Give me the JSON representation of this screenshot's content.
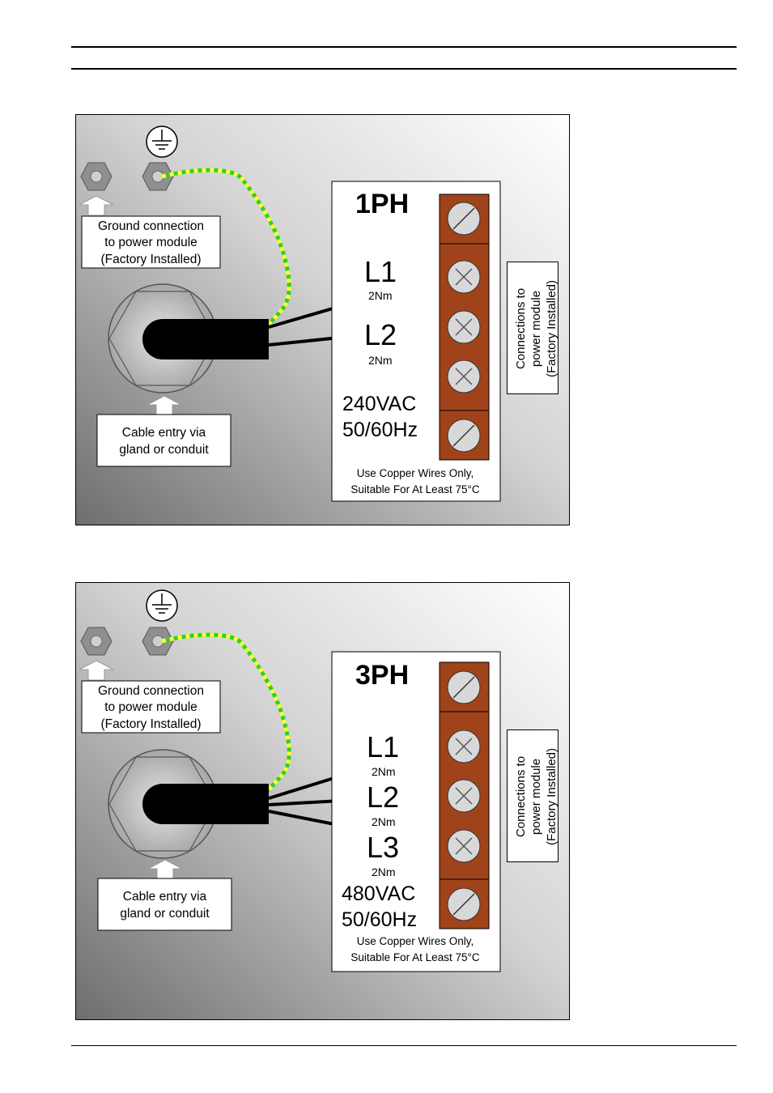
{
  "diagrams": [
    {
      "phase_title": "1PH",
      "ground_label": [
        "Ground connection",
        "to power module",
        "(Factory Installed)"
      ],
      "cable_label": [
        "Cable entry via",
        "gland or conduit"
      ],
      "side_label": [
        "Connections to",
        "power module",
        "(Factory Installed)"
      ],
      "terminals": [
        {
          "name": "L1",
          "torque": "2Nm"
        },
        {
          "name": "L2",
          "torque": "2Nm"
        }
      ],
      "voltage": "240VAC",
      "frequency": "50/60Hz",
      "note": [
        "Use Copper Wires Only,",
        "Suitable For At Least 75°C"
      ]
    },
    {
      "phase_title": "3PH",
      "ground_label": [
        "Ground connection",
        "to power module",
        "(Factory Installed)"
      ],
      "cable_label": [
        "Cable entry via",
        "gland or conduit"
      ],
      "side_label": [
        "Connections to",
        "power module",
        "(Factory Installed)"
      ],
      "terminals": [
        {
          "name": "L1",
          "torque": "2Nm"
        },
        {
          "name": "L2",
          "torque": "2Nm"
        },
        {
          "name": "L3",
          "torque": "2Nm"
        }
      ],
      "voltage": "480VAC",
      "frequency": "50/60Hz",
      "note": [
        "Use Copper Wires Only,",
        "Suitable For At Least 75°C"
      ]
    }
  ],
  "colors": {
    "terminal_block": "#a0431a",
    "ground_wire_a": "#ffff33",
    "ground_wire_b": "#33cc33"
  }
}
